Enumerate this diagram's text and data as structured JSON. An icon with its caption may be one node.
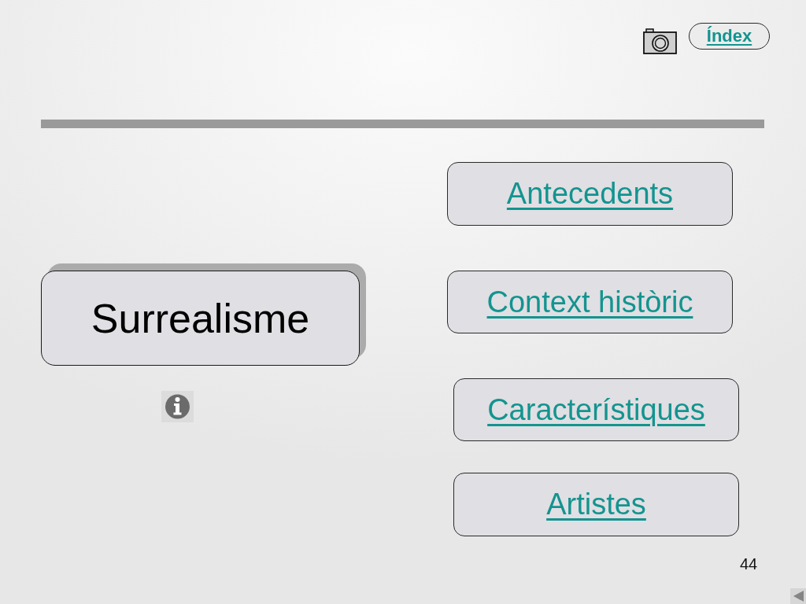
{
  "diagram": {
    "nodes": [
      {
        "text": [
          "Índex"
        ]
      },
      {
        "text": [
          "Antecedents"
        ]
      },
      {
        "text": [
          "Surrealisme"
        ]
      },
      {
        "text": [
          "Context històric"
        ]
      },
      {
        "text": [
          "Característiques"
        ]
      },
      {
        "text": [
          "Artistes"
        ]
      }
    ],
    "labels": [
      "44"
    ]
  }
}
